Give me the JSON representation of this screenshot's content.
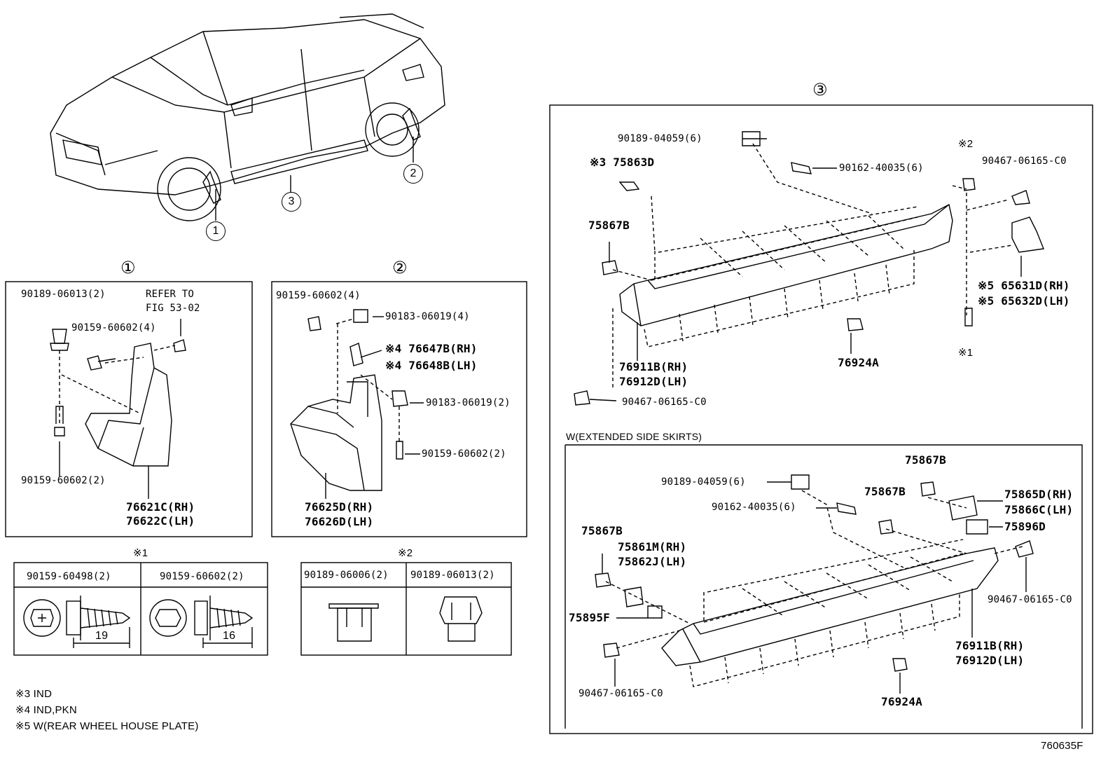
{
  "refs": {
    "c1": "①",
    "c2": "②",
    "c3": "③"
  },
  "car_callouts": [
    "1",
    "2",
    "3"
  ],
  "panel1": {
    "heading": "①",
    "p1": "90189-06013(2)",
    "refer1": "REFER TO",
    "refer2": "FIG 53-02",
    "p2": "90159-60602(4)",
    "p3": "90159-60602(2)",
    "m1": "76621C(RH)",
    "m2": "76622C(LH)"
  },
  "panel2": {
    "heading": "②",
    "p1": "90159-60602(4)",
    "p2": "90183-06019(4)",
    "m1": "※4 76647B(RH)",
    "m2": "※4 76648B(LH)",
    "p3": "90183-06019(2)",
    "p4": "90159-60602(2)",
    "m3": "76625D(RH)",
    "m4": "76626D(LH)"
  },
  "table1": {
    "mark": "※1",
    "col1": "90159-60498(2)",
    "col2": "90159-60602(2)",
    "len1": "19",
    "len2": "16"
  },
  "table2": {
    "mark": "※2",
    "col1": "90189-06006(2)",
    "col2": "90189-06013(2)"
  },
  "notes": [
    "※3 IND",
    "※4 IND,PKN",
    "※5 W(REAR WHEEL HOUSE PLATE)"
  ],
  "panel3": {
    "heading": "③",
    "a1": "90189-04059(6)",
    "a2": "※3 75863D",
    "a3": "90162-40035(6)",
    "a4": "※2",
    "a5": "90467-06165-C0",
    "a6": "75867B",
    "a7": "※5 65631D(RH)",
    "a8": "※5 65632D(LH)",
    "a9": "※1",
    "a10": "76911B(RH)",
    "a11": "76912D(LH)",
    "a12": "76924A",
    "a13": "90467-06165-C0",
    "sub_title": "W(EXTENDED SIDE SKIRTS)",
    "b1": "90189-04059(6)",
    "b2": "75867B",
    "b3": "90162-40035(6)",
    "b4": "75867B",
    "b5": "75865D(RH)",
    "b6": "75866C(LH)",
    "b7": "75867B",
    "b8": "75896D",
    "b9": "75861M(RH)",
    "b10": "75862J(LH)",
    "b11": "75895F",
    "b12": "90467-06165-C0",
    "b13": "76911B(RH)",
    "b14": "76912D(LH)",
    "b15": "90467-06165-C0",
    "b16": "76924A"
  },
  "figure_id": "760635F"
}
